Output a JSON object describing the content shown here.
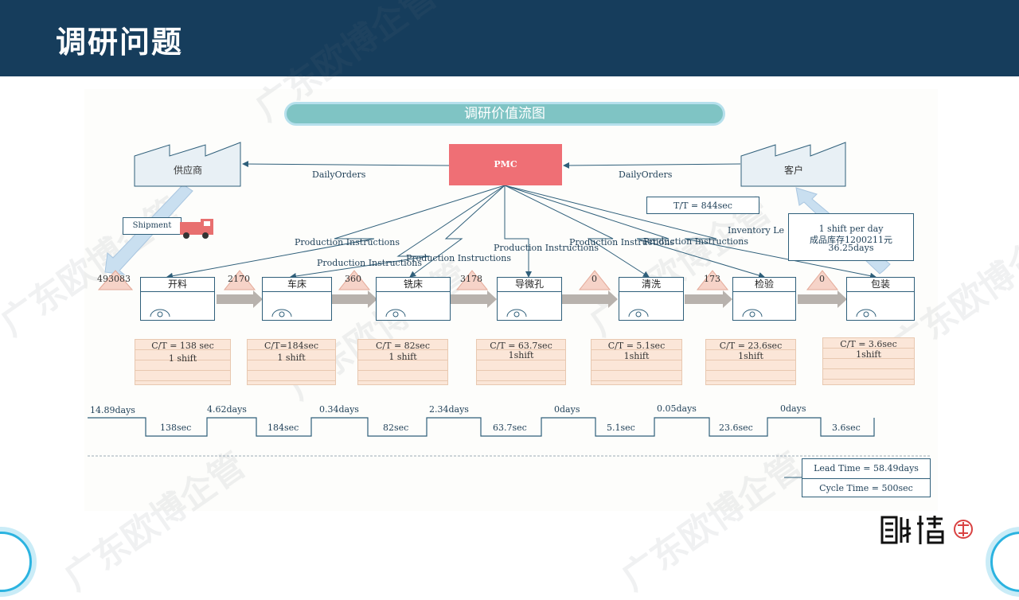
{
  "header": {
    "title": "调研问题"
  },
  "banner": "调研价值流图",
  "supplier": "供应商",
  "customer": "客户",
  "pmc": "PMC",
  "daily_orders_left": "DailyOrders",
  "daily_orders_right": "DailyOrders",
  "shipment": "Shipment",
  "tt_box": "T/T = 844sec",
  "inventory_label": "Inventory Le",
  "customer_info": {
    "line1": "1 shift per day",
    "line2": "成品库存1200211元",
    "line3": "36.25days"
  },
  "production_labels": [
    "Production Instructions",
    "Production Instructions",
    "Production Instructions",
    "Production Instructions",
    "Production Instructions",
    "Production Instructions"
  ],
  "inventories": [
    "493083",
    "2170",
    "360",
    "3178",
    "0",
    "173",
    "0"
  ],
  "processes": [
    {
      "name": "开料",
      "ct": "C/T = 138 sec",
      "shift": "1 shift"
    },
    {
      "name": "车床",
      "ct": "C/T=184sec",
      "shift": "1 shift"
    },
    {
      "name": "铣床",
      "ct": "C/T = 82sec",
      "shift": "1 shift"
    },
    {
      "name": "导微孔",
      "ct": "C/T = 63.7sec",
      "shift": "1shift"
    },
    {
      "name": "清洗",
      "ct": "C/T = 5.1sec",
      "shift": "1shift"
    },
    {
      "name": "检验",
      "ct": "C/T = 23.6sec",
      "shift": "1shift"
    },
    {
      "name": "包装",
      "ct": "C/T = 3.6sec",
      "shift": "1shift"
    }
  ],
  "timeline_days": [
    "14.89days",
    "4.62days",
    "0.34days",
    "2.34days",
    "0days",
    "0.05days",
    "0days"
  ],
  "timeline_secs": [
    "138sec",
    "184sec",
    "82sec",
    "63.7sec",
    "5.1sec",
    "23.6sec",
    "3.6sec"
  ],
  "summary": {
    "lead_time": "Lead Time = 58.49days",
    "cycle_time": "Cycle Time = 500sec"
  },
  "watermark": "广东欧博企管",
  "colors": {
    "header": "#163d5c",
    "pmc": "#ef6f75",
    "banner": "#7fc4c4",
    "data_box": "#fbe6d8"
  }
}
